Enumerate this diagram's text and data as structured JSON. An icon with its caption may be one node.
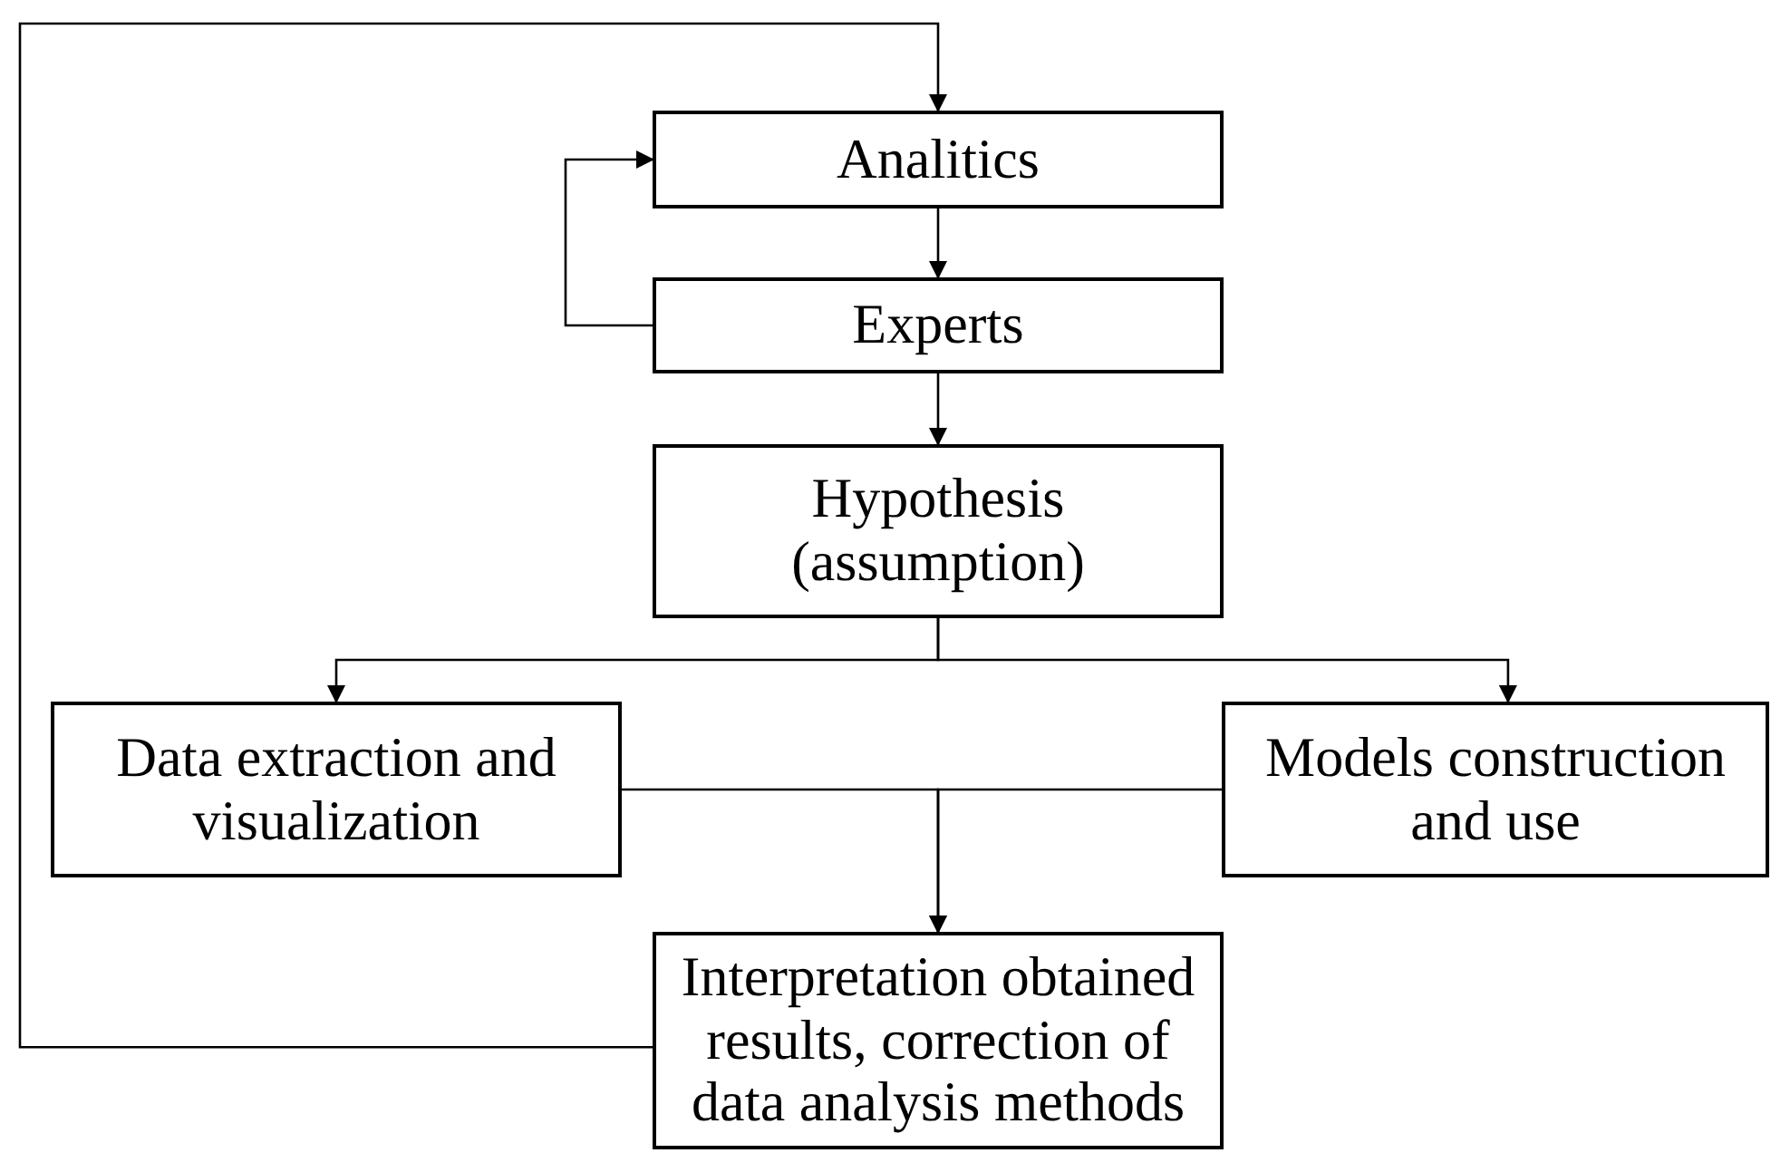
{
  "diagram": {
    "nodes": [
      {
        "text": [
          "Analitics"
        ]
      },
      {
        "text": [
          "Experts"
        ]
      },
      {
        "text": [
          "Hypothesis (assumption)"
        ]
      },
      {
        "text": [
          "Data extraction and visualization"
        ]
      },
      {
        "text": [
          "Models construction and use"
        ]
      },
      {
        "text": [
          "Interpretation obtained results, correction of data analysis methods"
        ]
      }
    ],
    "edges": [
      {
        "from": 0,
        "to": 1,
        "arrow": "to"
      },
      {
        "from": 1,
        "to": 0,
        "arrow": "to"
      },
      {
        "from": 1,
        "to": 2,
        "arrow": "to"
      },
      {
        "from": 2,
        "to": 3,
        "arrow": "to"
      },
      {
        "from": 2,
        "to": 4,
        "arrow": "to"
      },
      {
        "from": 3,
        "to": 5,
        "arrow": "to"
      },
      {
        "from": 4,
        "to": 5,
        "arrow": "to"
      },
      {
        "from": 5,
        "to": 0,
        "arrow": "to"
      }
    ]
  }
}
